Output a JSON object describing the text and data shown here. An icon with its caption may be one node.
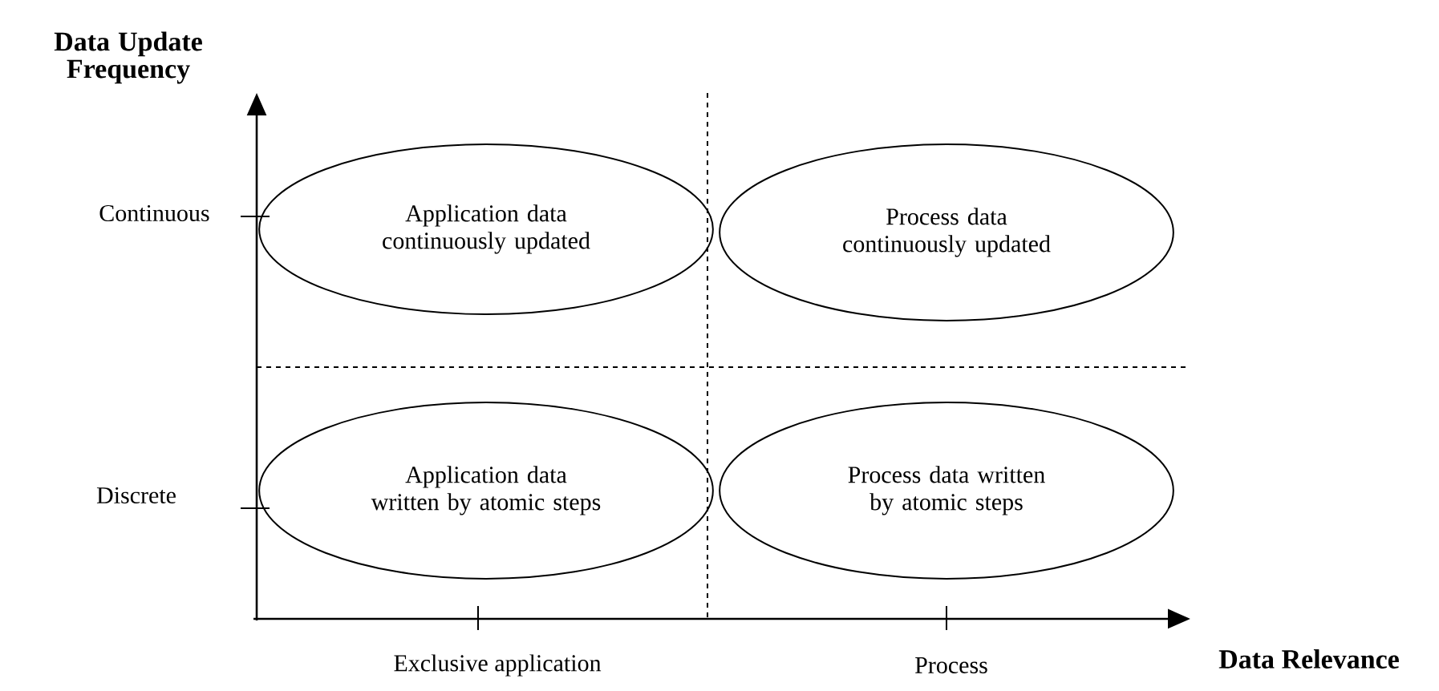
{
  "diagram": {
    "nodes": [
      {
        "text": [
          "Application data continuously updated"
        ]
      },
      {
        "text": [
          "Process data continuously updated"
        ]
      },
      {
        "text": [
          "Application data written by atomic steps"
        ]
      },
      {
        "text": [
          "Process data written by atomic steps"
        ]
      }
    ],
    "labels": [
      "Data Update Frequency",
      "Continuous",
      "Discrete",
      "Exclusive application",
      "Process",
      "Data Relevance"
    ]
  }
}
